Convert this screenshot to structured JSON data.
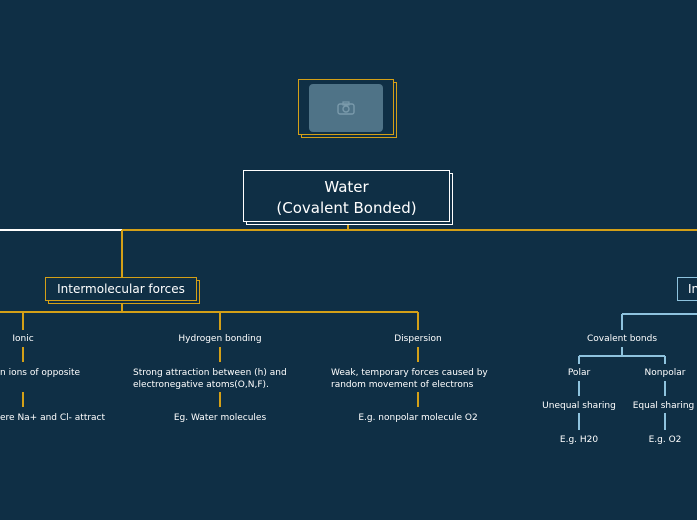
{
  "root": {
    "line1": "Water",
    "line2": "(Covalent Bonded)"
  },
  "image_icon": "camera-icon",
  "intermolecular": {
    "title": "Intermolecular  forces",
    "ionic": {
      "label": "Ionic",
      "desc": "n ions of opposite",
      "example": "ere Na+ and Cl- attract"
    },
    "hydrogen": {
      "label": "Hydrogen bonding",
      "desc1": "Strong attraction between (h) and",
      "desc2": "electronegative atoms(O,N,F).",
      "example": "Eg. Water molecules"
    },
    "dispersion": {
      "label": "Dispersion",
      "desc1": "Weak, temporary forces caused by",
      "desc2": "random movement of electrons",
      "example": "E.g. nonpolar molecule  O2"
    }
  },
  "intramolecular": {
    "title": "In",
    "covalent": "Covalent bonds",
    "polar": {
      "label": "Polar",
      "desc": "Unequal sharing",
      "example": "E.g. H20"
    },
    "nonpolar": {
      "label": "Nonpolar",
      "desc": "Equal sharing",
      "example": "E.g. O2"
    }
  },
  "colors": {
    "background": "#0f2f45",
    "yellow": "#d4a017",
    "blue": "#8ec3de",
    "white": "#ffffff"
  }
}
